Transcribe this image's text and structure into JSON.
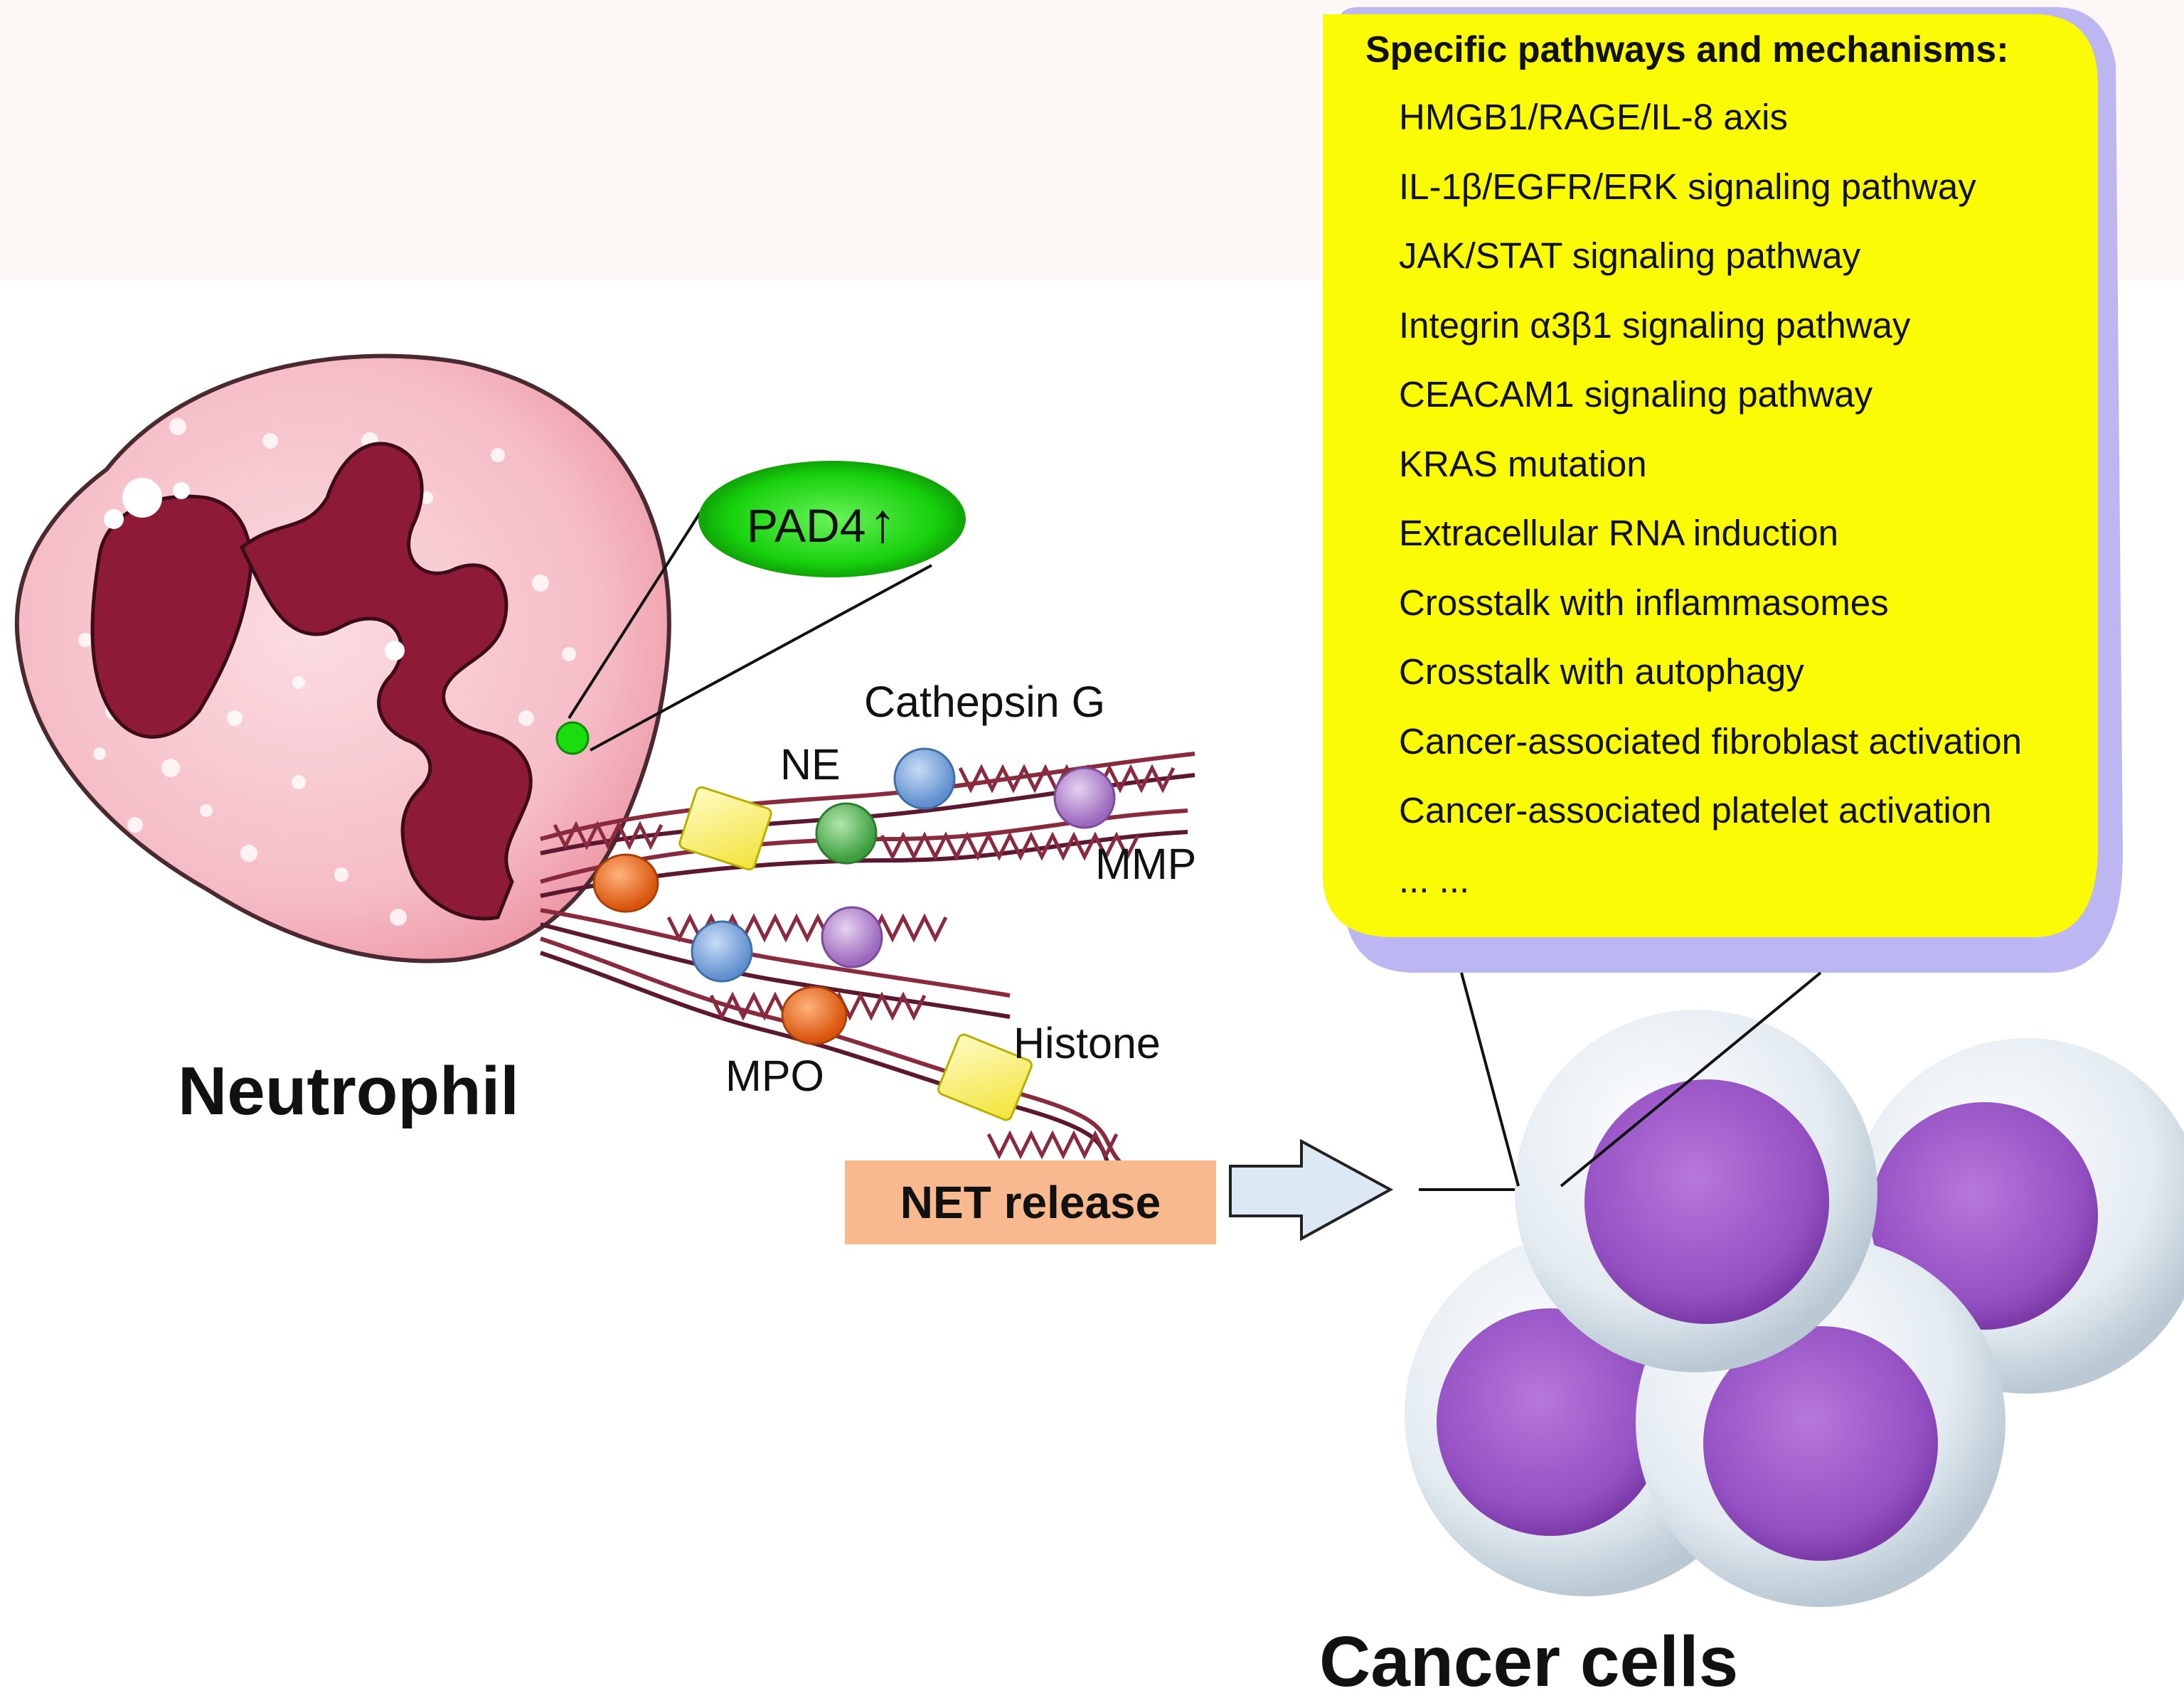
{
  "colors": {
    "panel_fill": "#fbfb05",
    "panel_shadow": "#b0aaf0",
    "pad4_fill": "#17d10c",
    "cytoplasm": "#f7c4cc",
    "nucleus": "#8d1a36",
    "net_box": "#f9b98e",
    "arrow_fill": "#dce8f4",
    "cancer_nucleus": "#9b55c8",
    "protein_blue": "#7fa8dc",
    "protein_green": "#63bb63",
    "protein_purple": "#b88ad0",
    "protein_orange": "#ec6a1c",
    "histone_yellow": "#fff57a"
  },
  "labels": {
    "neutrophil": "Neutrophil",
    "pad4": "PAD4",
    "pad4_arrow": "↑",
    "cathepsin_g": "Cathepsin G",
    "ne": "NE",
    "mmp": "MMP",
    "histone": "Histone",
    "mpo": "MPO",
    "net_release": "NET release",
    "cancer_cells": "Cancer cells"
  },
  "panel": {
    "title": "Specific pathways and mechanisms:",
    "items": [
      "HMGB1/RAGE/IL-8 axis",
      "IL-1β/EGFR/ERK signaling pathway",
      "JAK/STAT signaling pathway",
      "Integrin α3β1 signaling pathway",
      "CEACAM1 signaling pathway",
      "KRAS mutation",
      "Extracellular RNA induction",
      "Crosstalk with inflammasomes",
      "Crosstalk with autophagy",
      "Cancer-associated fibroblast activation",
      "Cancer-associated platelet activation",
      "... ..."
    ]
  }
}
